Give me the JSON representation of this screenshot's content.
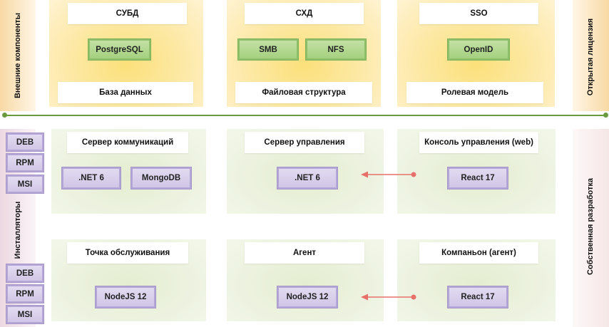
{
  "side_labels": {
    "external": "Внешние компоненты",
    "installers": "Инсталляторы",
    "open_license": "Открытая лицензия",
    "own_development": "Собственная разработка"
  },
  "external": {
    "dbms": {
      "title": "СУБД",
      "tech": [
        "PostgreSQL"
      ],
      "footer": "База данных"
    },
    "storage": {
      "title": "СХД",
      "tech": [
        "SMB",
        "NFS"
      ],
      "footer": "Файловая структура"
    },
    "sso": {
      "title": "SSO",
      "tech": [
        "OpenID"
      ],
      "footer": "Ролевая модель"
    }
  },
  "own": {
    "comm_server": {
      "title": "Сервер коммуникаций",
      "tech": [
        ".NET 6",
        "MongoDB"
      ]
    },
    "mgmt_server": {
      "title": "Сервер управления",
      "tech": [
        ".NET 6"
      ]
    },
    "console": {
      "title": "Консоль управления (web)",
      "tech": [
        "React 17"
      ]
    },
    "service_point": {
      "title": "Точка обслуживания",
      "tech": [
        "NodeJS 12"
      ]
    },
    "agent": {
      "title": "Агент",
      "tech": [
        "NodeJS 12"
      ]
    },
    "companion": {
      "title": "Компаньон (агент)",
      "tech": [
        "React 17"
      ]
    }
  },
  "installers": {
    "top": [
      "DEB",
      "RPM",
      "MSI"
    ],
    "bottom": [
      "DEB",
      "RPM",
      "MSI"
    ]
  },
  "colors": {
    "divider": "#6a9a3d",
    "arrow": "#e8706a",
    "external_panel": "#fde9a8",
    "own_panel": "#ecf2df",
    "tech_external": "#a3cf7d",
    "tech_own": "#cfc4e6"
  }
}
